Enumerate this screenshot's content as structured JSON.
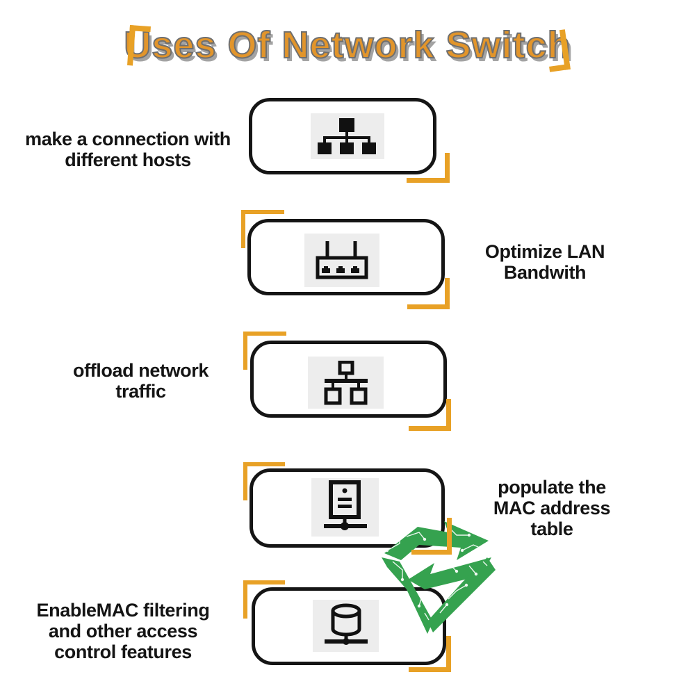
{
  "title": {
    "text": "Uses Of Network Switch"
  },
  "colors": {
    "title_orange": "#E2952B",
    "bracket_orange": "#E8A126",
    "logo_green": "#35A24F",
    "text": "#141414",
    "panel_gray": "#EDEDED",
    "box_border": "#151515"
  },
  "items": [
    {
      "id": "connect-hosts",
      "icon": "network-hierarchy-icon",
      "side": "left",
      "lines": [
        "make a connection with",
        "different hosts"
      ]
    },
    {
      "id": "optimize-lan",
      "icon": "lan-switch-icon",
      "side": "right",
      "lines": [
        "Optimize LAN",
        "Bandwith"
      ]
    },
    {
      "id": "offload-traffic",
      "icon": "network-topology-icon",
      "side": "left",
      "lines": [
        "offload network",
        "traffic"
      ]
    },
    {
      "id": "mac-table",
      "icon": "network-server-icon",
      "side": "right",
      "lines": [
        "populate the",
        "MAC address",
        "table"
      ]
    },
    {
      "id": "mac-filtering",
      "icon": "network-storage-icon",
      "side": "left",
      "lines": [
        "EnableMAC filtering",
        "and other access",
        "control features"
      ]
    }
  ],
  "watermark": {
    "name": "circuit-diamond-logo"
  }
}
